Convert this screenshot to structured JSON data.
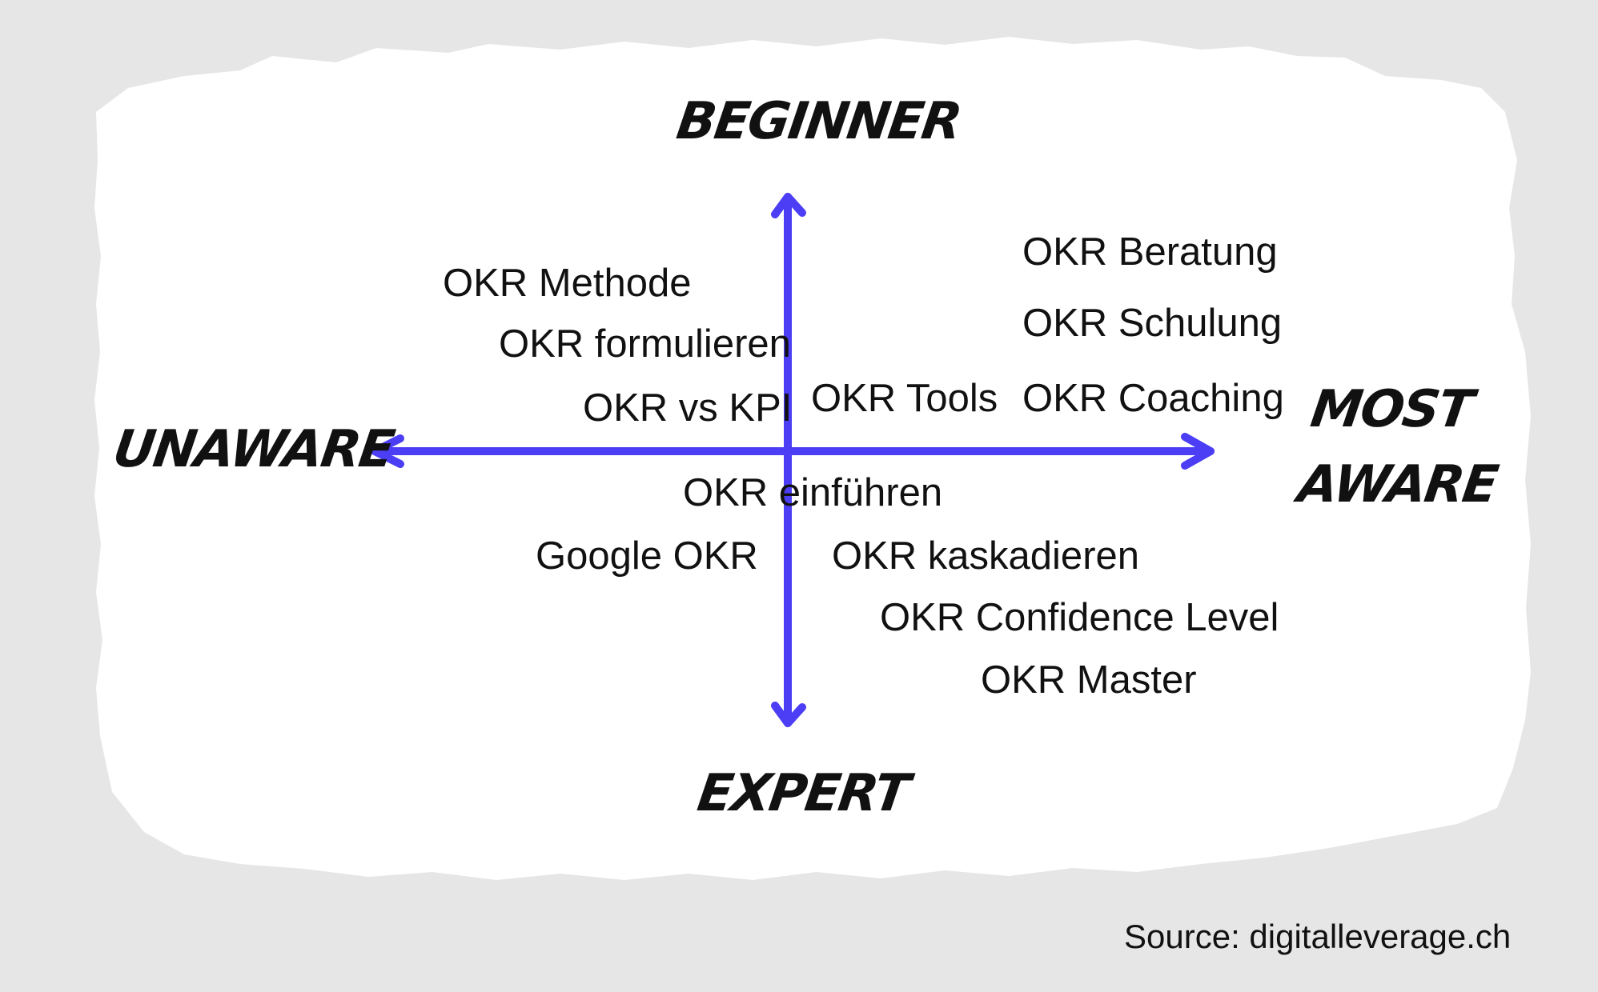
{
  "axis_color": "#4b3ef5",
  "background_color": "#e6e6e6",
  "panel_color": "#ffffff",
  "axes": {
    "top": "BEGINNER",
    "bottom": "EXPERT",
    "left": "UNAWARE",
    "right_line1": "MOST",
    "right_line2": "AWARE"
  },
  "keywords": {
    "methode": "OKR Methode",
    "formulieren": "OKR formulieren",
    "vs_kpi": "OKR vs KPI",
    "tools": "OKR Tools",
    "beratung": "OKR Beratung",
    "schulung": "OKR Schulung",
    "coaching": "OKR Coaching",
    "einfuehren": "OKR einführen",
    "google": "Google OKR",
    "kaskadieren": "OKR kaskadieren",
    "confidence": "OKR Confidence Level",
    "master": "OKR Master"
  },
  "source": "Source: digitalleverage.ch"
}
